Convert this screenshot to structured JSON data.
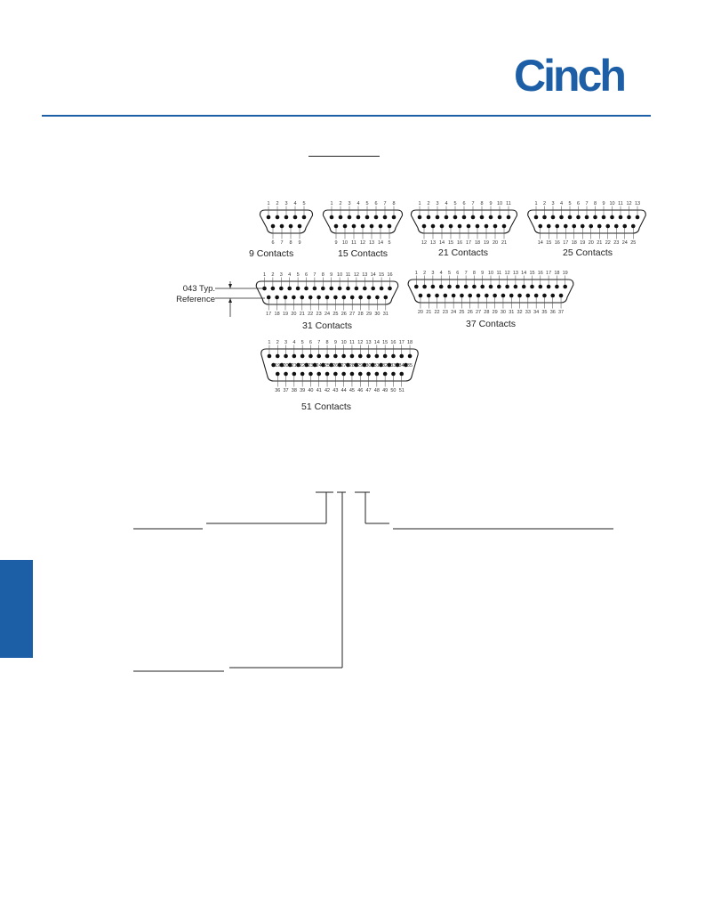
{
  "brand": {
    "logo_text": "Cinch",
    "color": "#1d5fa6"
  },
  "connectors": [
    {
      "id": "9",
      "label": "9 Contacts",
      "top_pins": [
        "1",
        "2",
        "3",
        "4",
        "5"
      ],
      "bottom_pins": [
        "6",
        "7",
        "8",
        "9"
      ]
    },
    {
      "id": "15",
      "label": "15 Contacts",
      "top_pins": [
        "1",
        "2",
        "3",
        "4",
        "5",
        "6",
        "7",
        "8"
      ],
      "bottom_pins": [
        "9",
        "10",
        "11",
        "12",
        "13",
        "14",
        "5"
      ]
    },
    {
      "id": "21",
      "label": "21 Contacts",
      "top_pins": [
        "1",
        "2",
        "3",
        "4",
        "5",
        "6",
        "7",
        "8",
        "9",
        "10",
        "11"
      ],
      "bottom_pins": [
        "12",
        "13",
        "14",
        "15",
        "16",
        "17",
        "18",
        "19",
        "20",
        "21"
      ]
    },
    {
      "id": "25",
      "label": "25 Contacts",
      "top_pins": [
        "1",
        "2",
        "3",
        "4",
        "5",
        "6",
        "7",
        "8",
        "9",
        "10",
        "11",
        "12",
        "13"
      ],
      "bottom_pins": [
        "14",
        "15",
        "16",
        "17",
        "18",
        "19",
        "20",
        "21",
        "22",
        "23",
        "24",
        "25"
      ]
    },
    {
      "id": "31",
      "label": "31 Contacts",
      "top_pins": [
        "1",
        "2",
        "3",
        "4",
        "5",
        "6",
        "7",
        "8",
        "9",
        "10",
        "11",
        "12",
        "13",
        "14",
        "15",
        "16"
      ],
      "bottom_pins": [
        "17",
        "18",
        "19",
        "20",
        "21",
        "22",
        "23",
        "24",
        "25",
        "26",
        "27",
        "28",
        "29",
        "30",
        "31"
      ]
    },
    {
      "id": "37",
      "label": "37 Contacts",
      "top_pins": [
        "1",
        "2",
        "3",
        "4",
        "5",
        "6",
        "7",
        "8",
        "9",
        "10",
        "11",
        "12",
        "13",
        "14",
        "15",
        "16",
        "17",
        "18",
        "19"
      ],
      "bottom_pins": [
        "20",
        "21",
        "22",
        "23",
        "24",
        "25",
        "26",
        "27",
        "28",
        "29",
        "30",
        "31",
        "32",
        "33",
        "34",
        "35",
        "36",
        "37"
      ]
    },
    {
      "id": "51",
      "label": "51 Contacts",
      "top_pins": [
        "1",
        "2",
        "3",
        "4",
        "5",
        "6",
        "7",
        "8",
        "9",
        "10",
        "11",
        "12",
        "13",
        "14",
        "15",
        "16",
        "17",
        "18"
      ],
      "middle_pins": [
        "19",
        "20",
        "21",
        "22",
        "23",
        "24",
        "25",
        "26",
        "27",
        "28",
        "29",
        "30",
        "31",
        "32",
        "33",
        "34",
        "35"
      ],
      "bottom_pins": [
        "36",
        "37",
        "38",
        "39",
        "40",
        "41",
        "42",
        "43",
        "44",
        "45",
        "46",
        "47",
        "48",
        "49",
        "50",
        "51"
      ]
    }
  ],
  "reference": {
    "line1": "043 Typ.",
    "line2": "Reference"
  }
}
